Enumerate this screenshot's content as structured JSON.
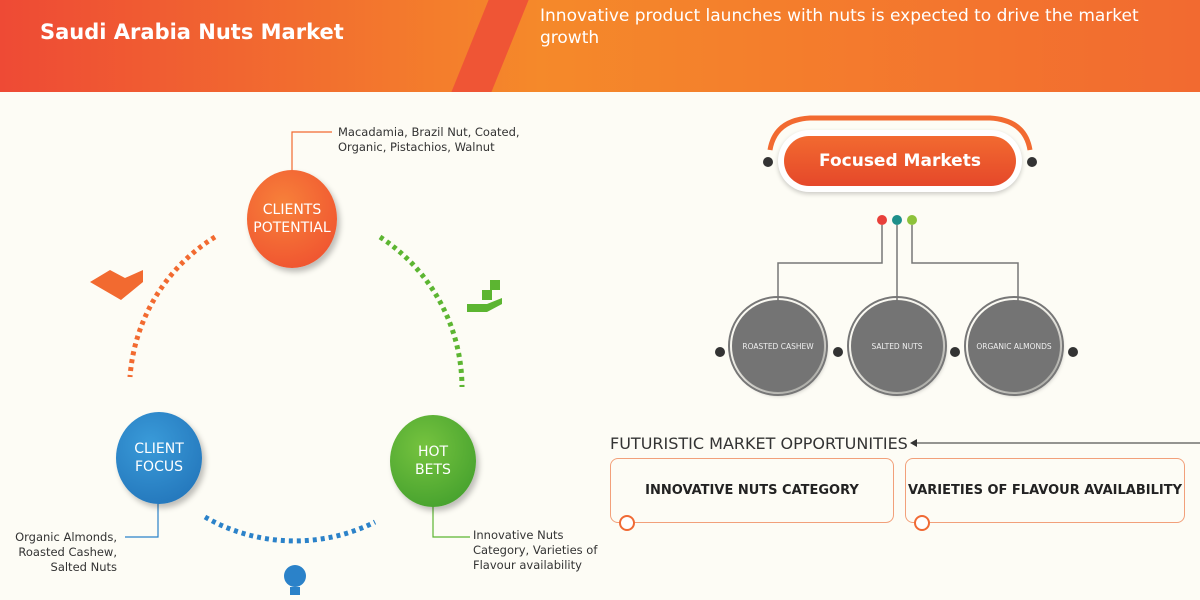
{
  "header": {
    "title": "Saudi Arabia Nuts Market",
    "tagline": "Innovative product launches with nuts is expected to drive the market growth"
  },
  "cycle": {
    "clients_potential": {
      "label": "CLIENTS POTENTIAL",
      "note": "Macadamia, Brazil Nut, Coated, Organic, Pistachios, Walnut"
    },
    "client_focus": {
      "label": "CLIENT FOCUS",
      "note": "Organic Almonds, Roasted Cashew, Salted Nuts"
    },
    "hot_bets": {
      "label": "HOT BETS",
      "note": "Innovative Nuts Category, Varieties of Flavour availability"
    }
  },
  "focused": {
    "title": "Focused Markets",
    "items": [
      "ROASTED CASHEW",
      "SALTED NUTS",
      "ORGANIC ALMONDS"
    ]
  },
  "futuristic": {
    "title": "FUTURISTIC MARKET OPPORTUNITIES",
    "items": [
      "INNOVATIVE NUTS CATEGORY",
      "VARIETIES OF FLAVOUR AVAILABILITY"
    ]
  },
  "colors": {
    "orange": "#f26a30",
    "blue": "#2b82c9",
    "green": "#5cb531"
  }
}
